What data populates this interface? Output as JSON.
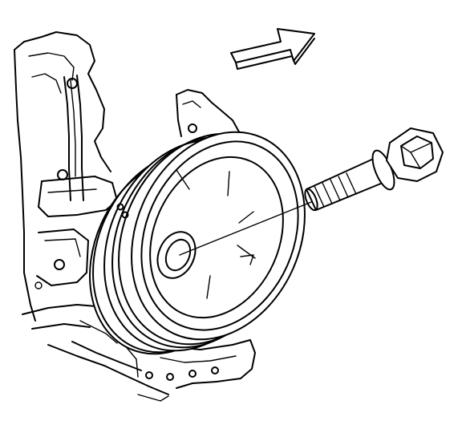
{
  "diagram": {
    "parts": [
      {
        "id": "direction-arrow",
        "icon": "block-arrow-right-icon"
      },
      {
        "id": "engine-block",
        "icon": "engine-block-outline"
      },
      {
        "id": "crankshaft-balancer",
        "icon": "pulley-icon"
      },
      {
        "id": "balancer-bolt",
        "icon": "hex-bolt-icon"
      },
      {
        "id": "installation-leader-line",
        "icon": "leader-line"
      }
    ],
    "colors": {
      "ink": "#000000",
      "paper": "#ffffff"
    }
  }
}
